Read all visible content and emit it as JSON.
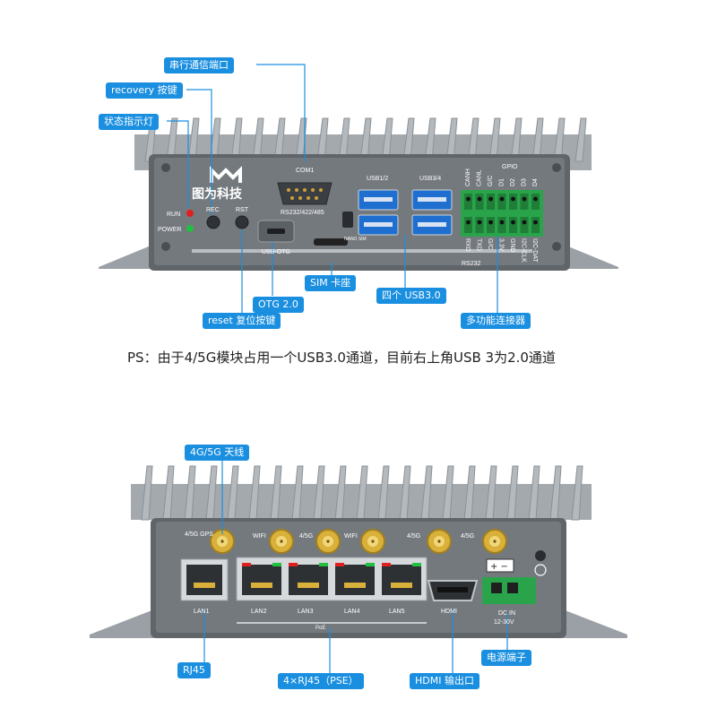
{
  "top_panel": {
    "brand_text": "图为科技",
    "port_labels": {
      "com1": "COM1",
      "rs": "RS232/422/485",
      "usb12": "USB1/2",
      "usb34": "USB3/4",
      "usb_otg": "USB-OTG",
      "run": "RUN",
      "power": "POWER",
      "rec": "REC",
      "rst": "RST",
      "gpio": "GPIO",
      "rs232": "RS232",
      "nano_sim": "NANO SIM"
    },
    "terminal_top": [
      "CANH",
      "CANL",
      "G/C",
      "D1",
      "D2",
      "D3",
      "D4"
    ],
    "terminal_bottom": [
      "RXD",
      "TXD",
      "G/C",
      "3.3V",
      "GND",
      "I2C-CLK",
      "I2C-DAT"
    ]
  },
  "callouts_top": {
    "serial_port": "串行通信端口",
    "recovery_button": "recovery 按键",
    "status_led": "状态指示灯",
    "sim_slot": "SIM 卡座",
    "otg": "OTG 2.0",
    "usb30": "四个 USB3.0",
    "reset_button": "reset 复位按键",
    "multi_connector": "多功能连接器"
  },
  "note": "PS：由于4/5G模块占用一个USB3.0通道，目前右上角USB 3为2.0通道",
  "bottom_panel": {
    "antenna_labels": [
      "4/5G GPS",
      "WIFI",
      "4/5G",
      "WIFI",
      "4/5G",
      "4/5G"
    ],
    "lan_labels": [
      "LAN1",
      "LAN2",
      "LAN3",
      "LAN4",
      "LAN5"
    ],
    "poe": "PoE",
    "hdmi": "HDMI",
    "dc_in": "DC IN",
    "dc_range": "12-30V",
    "power_symbol": "+ −"
  },
  "callouts_bottom": {
    "antenna": "4G/5G 天线",
    "rj45": "RJ45",
    "poe_rj45": "4×RJ45（PSE）",
    "hdmi_out": "HDMI 输出口",
    "power_terminal": "电源端子"
  },
  "colors": {
    "callout_bg": "#1a8fe0",
    "chassis": "#8c9196",
    "panel": "#6f7479",
    "terminal_green": "#2aa44a",
    "usb_blue": "#1e6fd0",
    "antenna_gold": "#d9b13a"
  }
}
